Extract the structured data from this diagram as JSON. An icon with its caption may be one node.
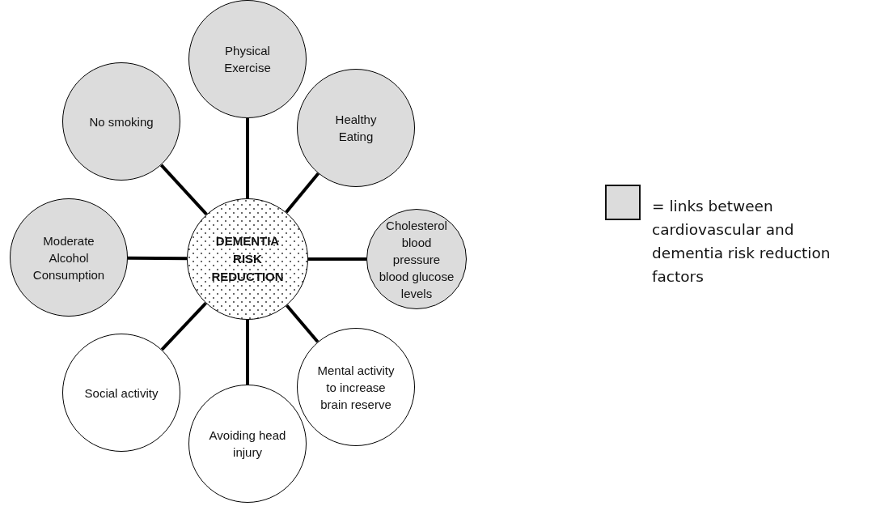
{
  "diagram": {
    "nodes": [
      {
        "text": [
          "DEMENTIA RISK REDUCTION"
        ]
      },
      {
        "text": [
          "Physical Exercise"
        ]
      },
      {
        "text": [
          "No smoking"
        ]
      },
      {
        "text": [
          "Healthy Eating"
        ]
      },
      {
        "text": [
          "Moderate Alcohol Consumption"
        ]
      },
      {
        "text": [
          "Cholesterol blood pressure blood glucose levels"
        ]
      },
      {
        "text": [
          "Social activity"
        ]
      },
      {
        "text": [
          "Mental activity to increase brain reserve"
        ]
      },
      {
        "text": [
          "Avoiding head injury"
        ]
      }
    ],
    "edges": [
      {
        "from": 0,
        "to": 1,
        "arrow": "none"
      },
      {
        "from": 0,
        "to": 2,
        "arrow": "none"
      },
      {
        "from": 0,
        "to": 3,
        "arrow": "none"
      },
      {
        "from": 0,
        "to": 4,
        "arrow": "none"
      },
      {
        "from": 0,
        "to": 5,
        "arrow": "none"
      },
      {
        "from": 0,
        "to": 6,
        "arrow": "none"
      },
      {
        "from": 0,
        "to": 7,
        "arrow": "none"
      },
      {
        "from": 0,
        "to": 8,
        "arrow": "none"
      }
    ],
    "legend": [
      {
        "text": "= links between cardiovascular and dementia risk reduction factors",
        "color": "#dcdcdc"
      }
    ]
  }
}
